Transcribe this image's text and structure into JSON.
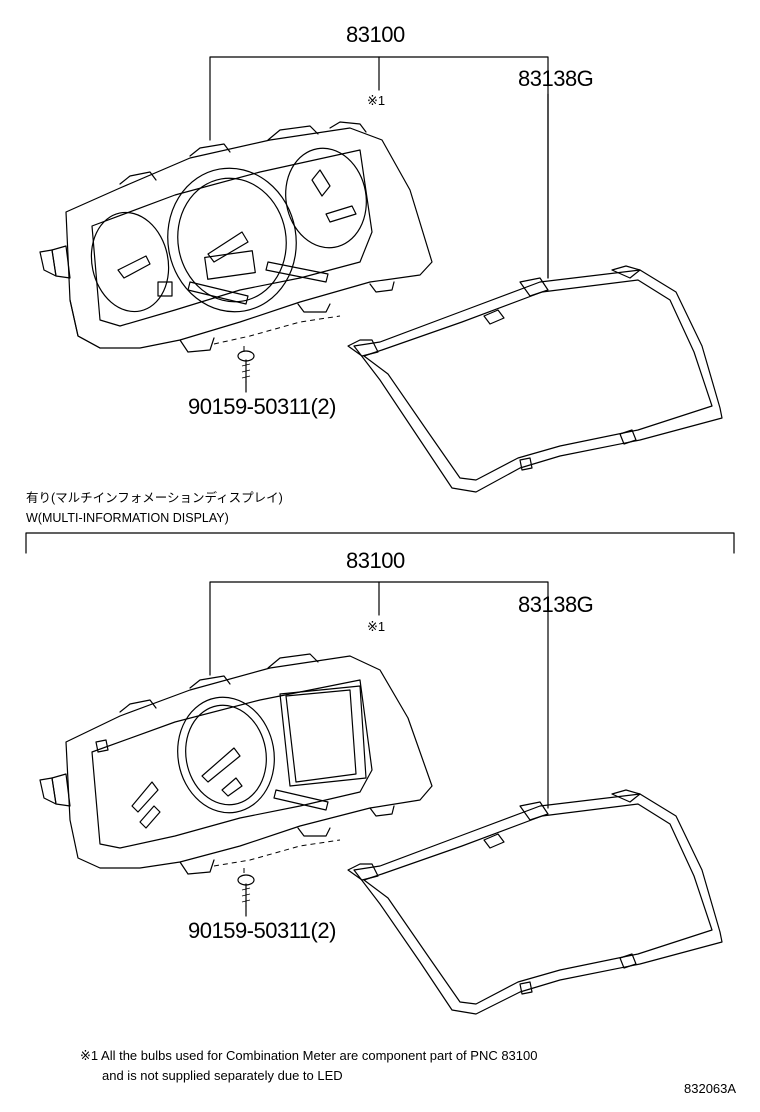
{
  "diagram": {
    "upper": {
      "part_cluster": "83100",
      "note_mark": "※1",
      "part_lens": "83138G",
      "part_screw": "90159-50311(2)"
    },
    "section_label_jp": "有り(マルチインフォメーションディスプレイ)",
    "section_label_en": "W(MULTI-INFORMATION DISPLAY)",
    "lower": {
      "part_cluster": "83100",
      "note_mark": "※1",
      "part_lens": "83138G",
      "part_screw": "90159-50311(2)"
    },
    "footnote_line1": "※1 All the bulbs used for Combination Meter are component part of PNC 83100",
    "footnote_line2": "and is not supplied separately due to LED",
    "figure_ref": "832063A"
  }
}
